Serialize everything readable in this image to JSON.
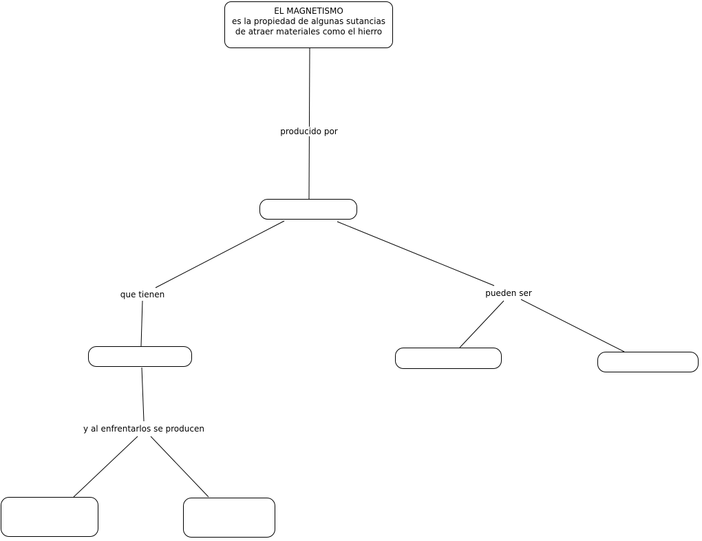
{
  "diagram": {
    "root_node": {
      "line1": "EL MAGNETISMO",
      "line2": "es la propiedad de algunas sutancias",
      "line3": "de atraer materiales como el hierro"
    },
    "link_labels": {
      "producido_por": "producido por",
      "que_tienen": "que tienen",
      "pueden_ser": "pueden ser",
      "y_al_enfrentarlos": "y al enfrentarlos se producen"
    },
    "empty_nodes": {
      "producido_target": "",
      "que_tienen_target": "",
      "pueden_ser_target_1": "",
      "pueden_ser_target_2": "",
      "producen_target_1": "",
      "producen_target_2": ""
    },
    "colors": {
      "background": "#ffffff",
      "line": "#000000",
      "node_border": "#000000",
      "text": "#000000"
    }
  }
}
